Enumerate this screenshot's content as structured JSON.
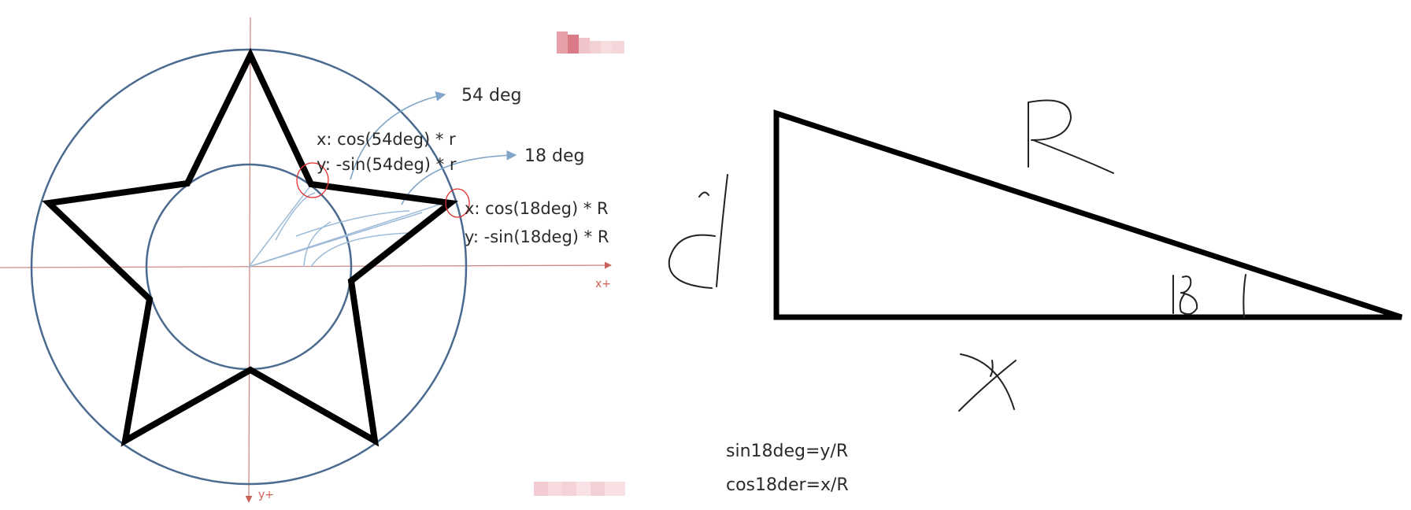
{
  "left_diagram": {
    "labels": {
      "deg54": "54 deg",
      "deg18": "18 deg",
      "inner_x": "x: cos(54deg) * r",
      "inner_y": "y: -sin(54deg) * r",
      "outer_x": "x: cos(18deg) * R",
      "outer_y": "y: -sin(18deg) * R",
      "x_axis": "x+",
      "y_axis": "y+"
    },
    "colors": {
      "circle": "#4a6a8f",
      "axis": "#d08a84",
      "star": "#000000",
      "guide": "#9dbbd8",
      "highlight": "#e03030"
    }
  },
  "right_diagram": {
    "handwritten": {
      "hypotenuse": "R",
      "opposite": "y",
      "adjacent": "x",
      "angle": "18"
    },
    "formulas": {
      "sin": "sin18deg=y/R",
      "cos": "cos18der=x/R"
    }
  }
}
